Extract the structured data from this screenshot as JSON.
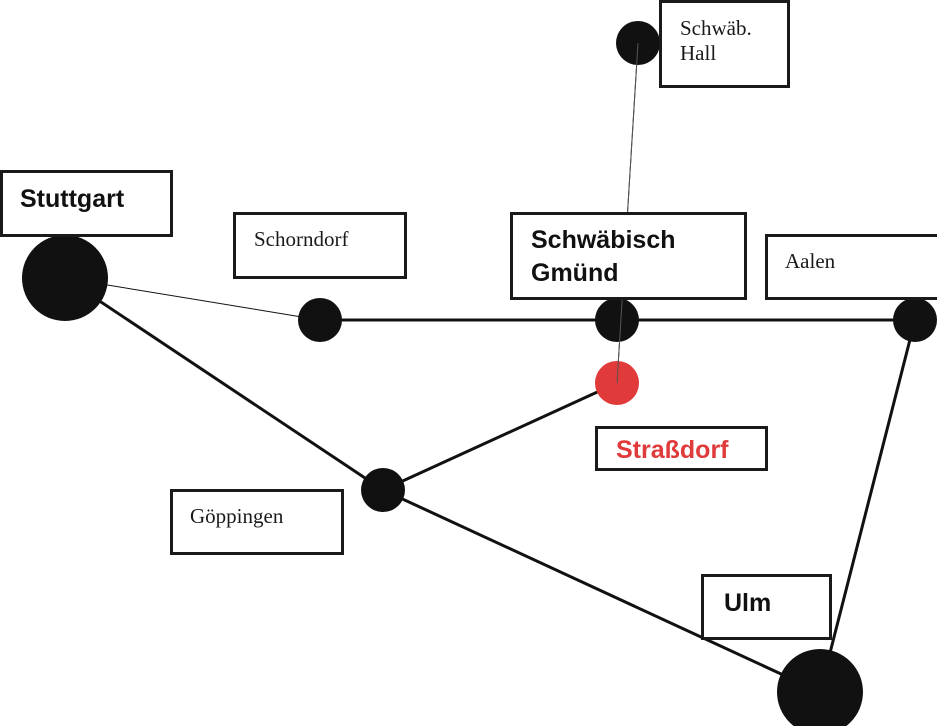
{
  "colors": {
    "line": "#111111",
    "node": "#111111",
    "highlight": "#e03a3a"
  },
  "nodes": [
    {
      "id": "stuttgart",
      "label": "Stuttgart",
      "style": "bold",
      "size": "large"
    },
    {
      "id": "schorndorf",
      "label": "Schorndorf",
      "style": "serif",
      "size": "small"
    },
    {
      "id": "schwaebisch-gmuend",
      "label": "Schwäbisch\nGmünd",
      "style": "bold",
      "size": "small"
    },
    {
      "id": "aalen",
      "label": "Aalen",
      "style": "serif",
      "size": "small"
    },
    {
      "id": "schwaebisch-hall",
      "label": "Schwäb.\nHall",
      "style": "serif",
      "size": "small"
    },
    {
      "id": "strassdorf",
      "label": "Straßdorf",
      "style": "bold",
      "size": "small",
      "highlight": true
    },
    {
      "id": "goeppingen",
      "label": "Göppingen",
      "style": "serif",
      "size": "small"
    },
    {
      "id": "ulm",
      "label": "Ulm",
      "style": "bold",
      "size": "large"
    }
  ],
  "edges": [
    {
      "from": "stuttgart",
      "to": "schorndorf",
      "weight": "thin"
    },
    {
      "from": "schorndorf",
      "to": "schwaebisch-gmuend",
      "weight": "thick"
    },
    {
      "from": "schwaebisch-gmuend",
      "to": "aalen",
      "weight": "thick"
    },
    {
      "from": "schwaebisch-hall",
      "to": "strassdorf",
      "weight": "thin"
    },
    {
      "from": "stuttgart",
      "to": "goeppingen",
      "weight": "thick"
    },
    {
      "from": "goeppingen",
      "to": "strassdorf",
      "weight": "thick"
    },
    {
      "from": "goeppingen",
      "to": "ulm",
      "weight": "thick"
    },
    {
      "from": "aalen",
      "to": "ulm",
      "weight": "thick"
    }
  ]
}
